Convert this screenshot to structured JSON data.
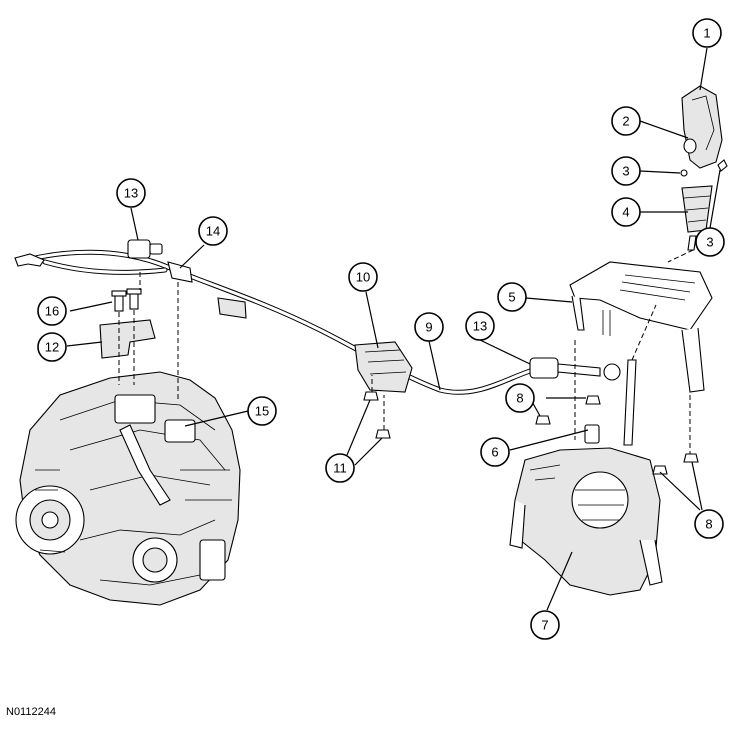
{
  "figure_id": "N0112244",
  "callouts": [
    {
      "id": "c1",
      "label": "1"
    },
    {
      "id": "c2",
      "label": "2"
    },
    {
      "id": "c3a",
      "label": "3"
    },
    {
      "id": "c3b",
      "label": "3"
    },
    {
      "id": "c4",
      "label": "4"
    },
    {
      "id": "c5",
      "label": "5"
    },
    {
      "id": "c6",
      "label": "6"
    },
    {
      "id": "c7",
      "label": "7"
    },
    {
      "id": "c8a",
      "label": "8"
    },
    {
      "id": "c8b",
      "label": "8"
    },
    {
      "id": "c9",
      "label": "9"
    },
    {
      "id": "c10",
      "label": "10"
    },
    {
      "id": "c11",
      "label": "11"
    },
    {
      "id": "c12",
      "label": "12"
    },
    {
      "id": "c13a",
      "label": "13"
    },
    {
      "id": "c13b",
      "label": "13"
    },
    {
      "id": "c14",
      "label": "14"
    },
    {
      "id": "c15",
      "label": "15"
    },
    {
      "id": "c16",
      "label": "16"
    }
  ]
}
